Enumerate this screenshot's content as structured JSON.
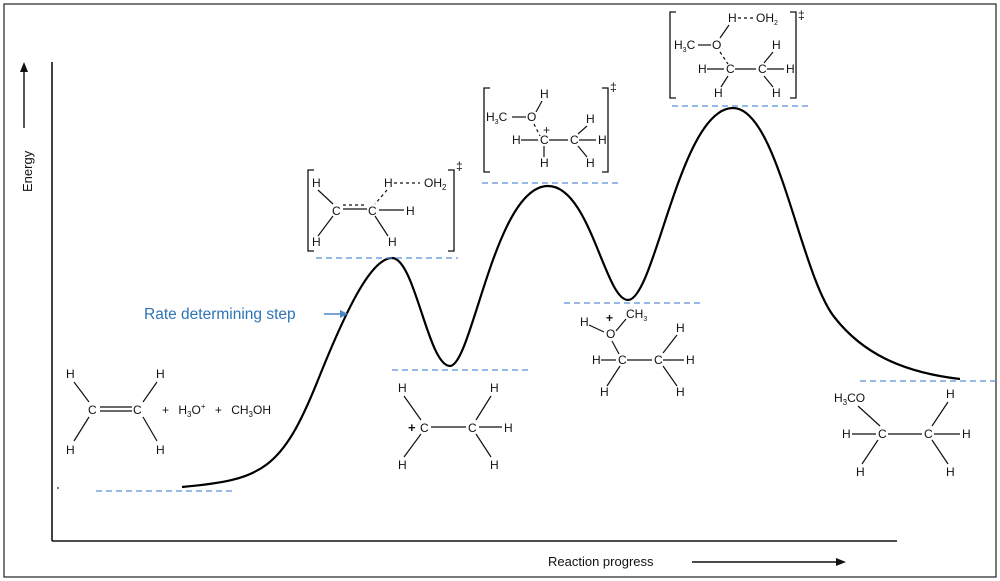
{
  "axes": {
    "y_label": "Energy",
    "x_label": "Reaction progress"
  },
  "annotation": {
    "text": "Rate determining step"
  },
  "reactants": {
    "atoms": {
      "H": "H",
      "C": "C"
    },
    "reagents": {
      "plus1": "+",
      "hydronium": "H",
      "hydronium_sub": "3",
      "hydronium_tail": "O",
      "hydronium_sup": "+",
      "plus2": "+",
      "methanol": "CH",
      "methanol_sub": "3",
      "methanol_tail": "OH"
    }
  },
  "ts1": {
    "oh2": "OH",
    "oh2_sub": "2",
    "dagger": "‡"
  },
  "intermediate1": {
    "charge": "+"
  },
  "ts2": {
    "h3c": "H",
    "h3c_sub": "3",
    "h3c_tail": "C",
    "o": "O",
    "charge": "+",
    "dagger": "‡"
  },
  "intermediate2": {
    "charge": "+",
    "o": "O",
    "ch3": "CH",
    "ch3_sub": "3"
  },
  "ts3": {
    "oh2": "OH",
    "oh2_sub": "2",
    "h3c": "H",
    "h3c_sub": "3",
    "h3c_tail": "C",
    "o": "O",
    "dagger": "‡"
  },
  "product": {
    "h3co": "H",
    "h3co_sub": "3",
    "h3co_tail": "CO"
  },
  "colors": {
    "curve": "#000000",
    "level_lines": "#5b8fd6",
    "annotation": "#2e74b5"
  },
  "energy_profile": {
    "stages": [
      "reactants",
      "transition state 1",
      "intermediate 1",
      "transition state 2",
      "intermediate 2",
      "transition state 3",
      "product"
    ],
    "relative_energy": [
      0.0,
      0.58,
      0.3,
      0.75,
      0.48,
      0.95,
      0.27
    ]
  }
}
